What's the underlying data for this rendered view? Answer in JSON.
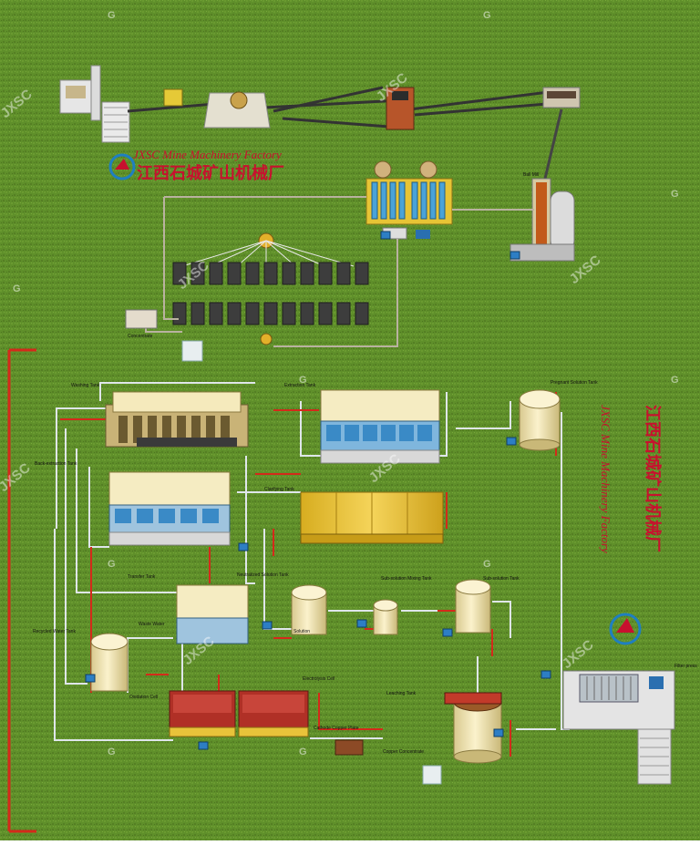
{
  "brand": {
    "name_en": "JXSC Mine Machinery Factory",
    "name_cn": "江西石城矿山机械厂",
    "watermark": "JXSC",
    "logo_mark": "G",
    "colors": {
      "red": "#c8102e",
      "blue": "#1f7fc0",
      "grass": "#5f8f2a",
      "tank": "#f3e6b0",
      "yellow": "#e8c33a"
    }
  },
  "labels": {
    "washing_tank": "Washing Tank",
    "extraction_tank": "Extraction Tank",
    "pregnant_solution_tank": "Pregnant Solution Tank",
    "back_extraction_tank": "Back-extraction Tank",
    "clarifying_tank": "Clarifying Tank",
    "transfer_tank": "Transfer Tank",
    "neutralized_solution_tank": "Neutralized Solution Tank",
    "sub_solution_mixing_tank": "Sub-solution Mixing Tank",
    "sub_solution_tank": "Sub-solution Tank",
    "recycled_water_tank": "Recycled Water Tank",
    "waste_water": "Waste Water",
    "solution": "Solution",
    "electrolysis_cell": "Electrolysis Cell",
    "oxidation_cell": "Oxidation Cell",
    "cathode_copper_plate": "Cathode Copper Plate",
    "leaching_tank": "Leaching Tank",
    "copper_concentrate": "Copper Concentrate",
    "filter_press": "Filter press",
    "ball_mill": "Ball Mill",
    "concentrate": "Concentrate"
  }
}
